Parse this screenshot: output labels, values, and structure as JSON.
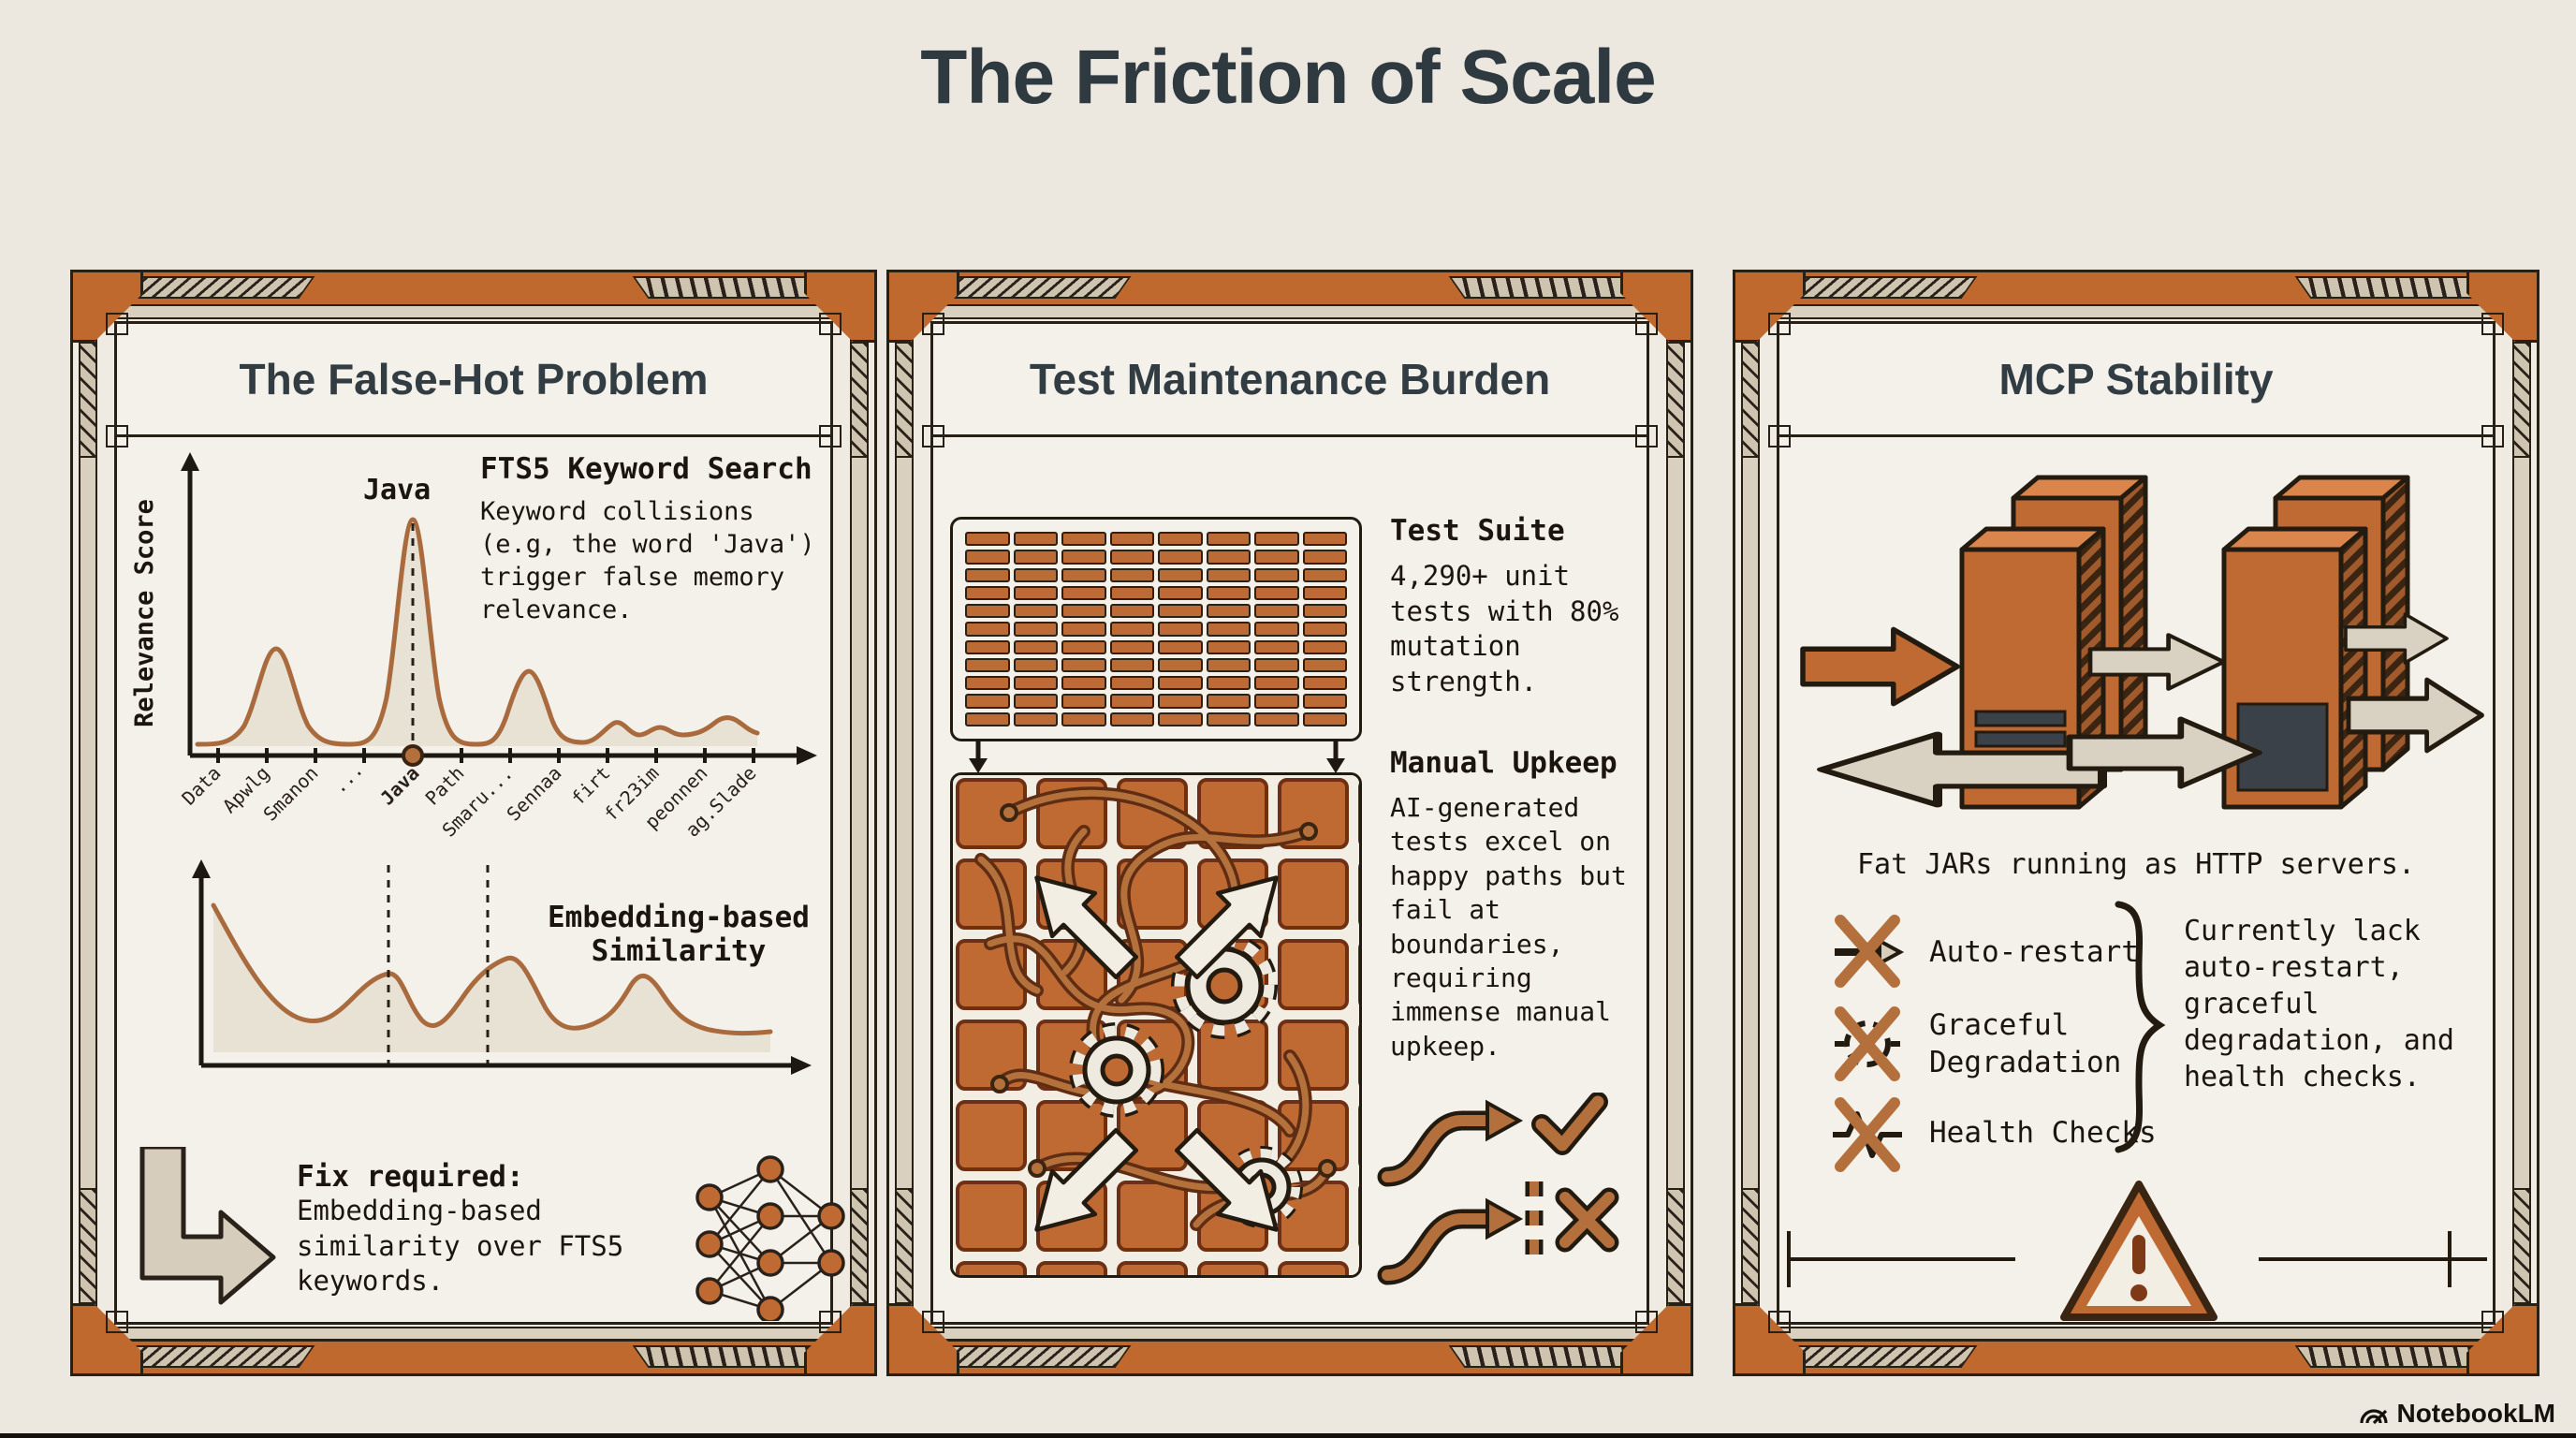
{
  "page": {
    "title": "The Friction of Scale",
    "watermark": "NotebookLM",
    "colors": {
      "background": "#ECE8E0",
      "accent": "#C06A33",
      "ink": "#262018",
      "heading": "#313C43",
      "beige": "#D2C8B6",
      "curve": "#A96B3E"
    }
  },
  "panels": [
    {
      "title": "The False-Hot Problem",
      "chart1": {
        "type": "line",
        "title": "FTS5 Keyword Search",
        "ylabel": "Relevance Score",
        "peak_label": "Java",
        "x_labels": [
          "Data",
          "Apwlg",
          "Smanon",
          "···",
          "Java",
          "Path",
          "Smaru...",
          "Sennaa",
          "firt",
          "fr23im",
          "peonnen",
          "ag.Slade"
        ],
        "values": [
          0.05,
          0.45,
          0.06,
          0.05,
          1.0,
          0.35,
          0.06,
          0.12,
          0.08,
          0.07,
          0.06,
          0.15
        ],
        "annotation": "Keyword collisions (e.g, the word 'Java') trigger false memory relevance."
      },
      "chart2": {
        "type": "line",
        "label_line1": "Embedding-based",
        "label_line2": "Similarity"
      },
      "fix_heading": "Fix required:",
      "fix_body": "Embedding-based similarity over FTS5 keywords."
    },
    {
      "title": "Test Maintenance Burden",
      "suite_heading": "Test Suite",
      "suite_body": "4,290+ unit tests with 80% mutation strength.",
      "upkeep_heading": "Manual Upkeep",
      "upkeep_body": "AI-generated tests excel on happy paths but fail at boundaries, requiring immense manual upkeep."
    },
    {
      "title": "MCP Stability",
      "caption": "Fat JARs running as HTTP servers.",
      "features": [
        {
          "label": "Auto-restart",
          "icon": "arrow-crossed-icon"
        },
        {
          "label": "Graceful Degradation",
          "icon": "circle-crossed-icon"
        },
        {
          "label": "Health Checks",
          "icon": "heartbeat-crossed-icon"
        }
      ],
      "lack_text": "Currently lack auto-restart, graceful degradation, and health checks."
    }
  ]
}
